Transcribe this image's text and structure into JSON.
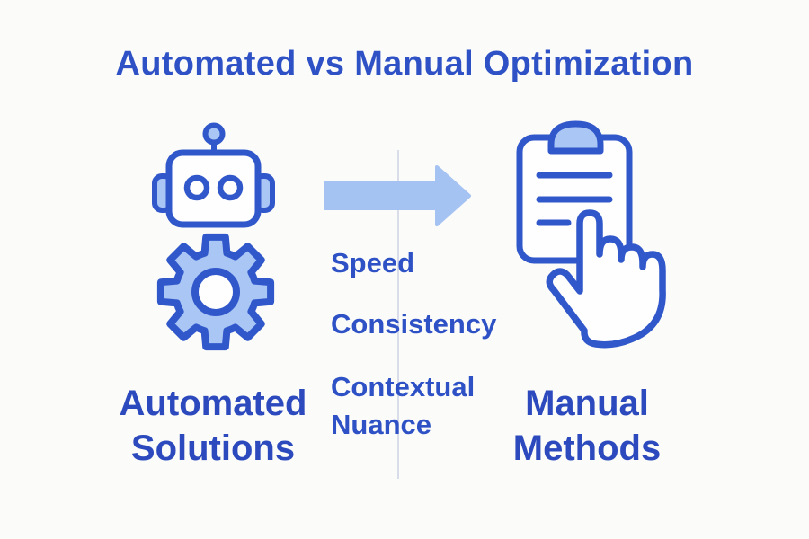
{
  "title": "Automated vs Manual Optimization",
  "left_side": {
    "icons": [
      "robot-icon",
      "gear-icon"
    ],
    "label": "Automated Solutions"
  },
  "center": {
    "arrow_icon": "arrow-right-icon",
    "arrow_direction": "right",
    "benefits": [
      "Speed",
      "Consistency",
      "Contextual Nuance"
    ]
  },
  "right_side": {
    "icon": "clipboard-hand-icon",
    "label": "Manual Methods"
  },
  "colors": {
    "bg": "#fbfbf9",
    "title_text": "#2e52c6",
    "benefit_text": "#2e52c6",
    "label_text": "#2c4abd",
    "icon_stroke": "#3158ca",
    "icon_fill_light": "#aac6f5",
    "arrow_fill": "#a5c3f2",
    "divider": "#d8dde9"
  }
}
